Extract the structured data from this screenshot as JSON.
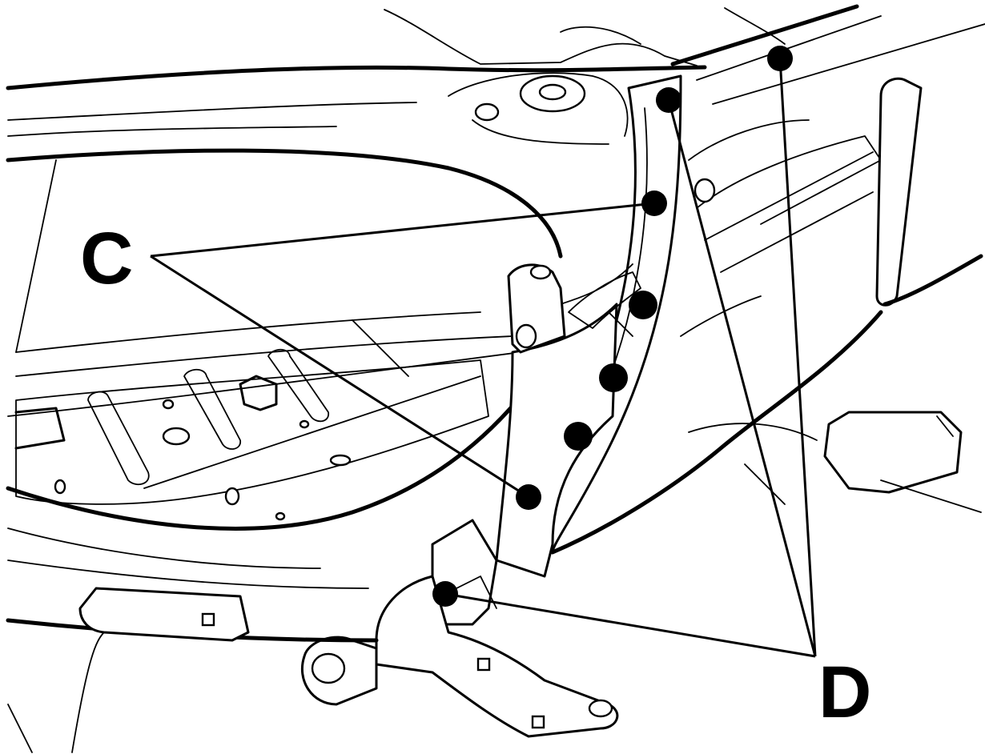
{
  "callouts": {
    "c": {
      "label": "C",
      "weld_points": 2
    },
    "d": {
      "label": "D",
      "weld_points": 3
    }
  },
  "unlabeled_weld_points": 3,
  "colors": {
    "line": "#000000",
    "background": "#ffffff"
  }
}
